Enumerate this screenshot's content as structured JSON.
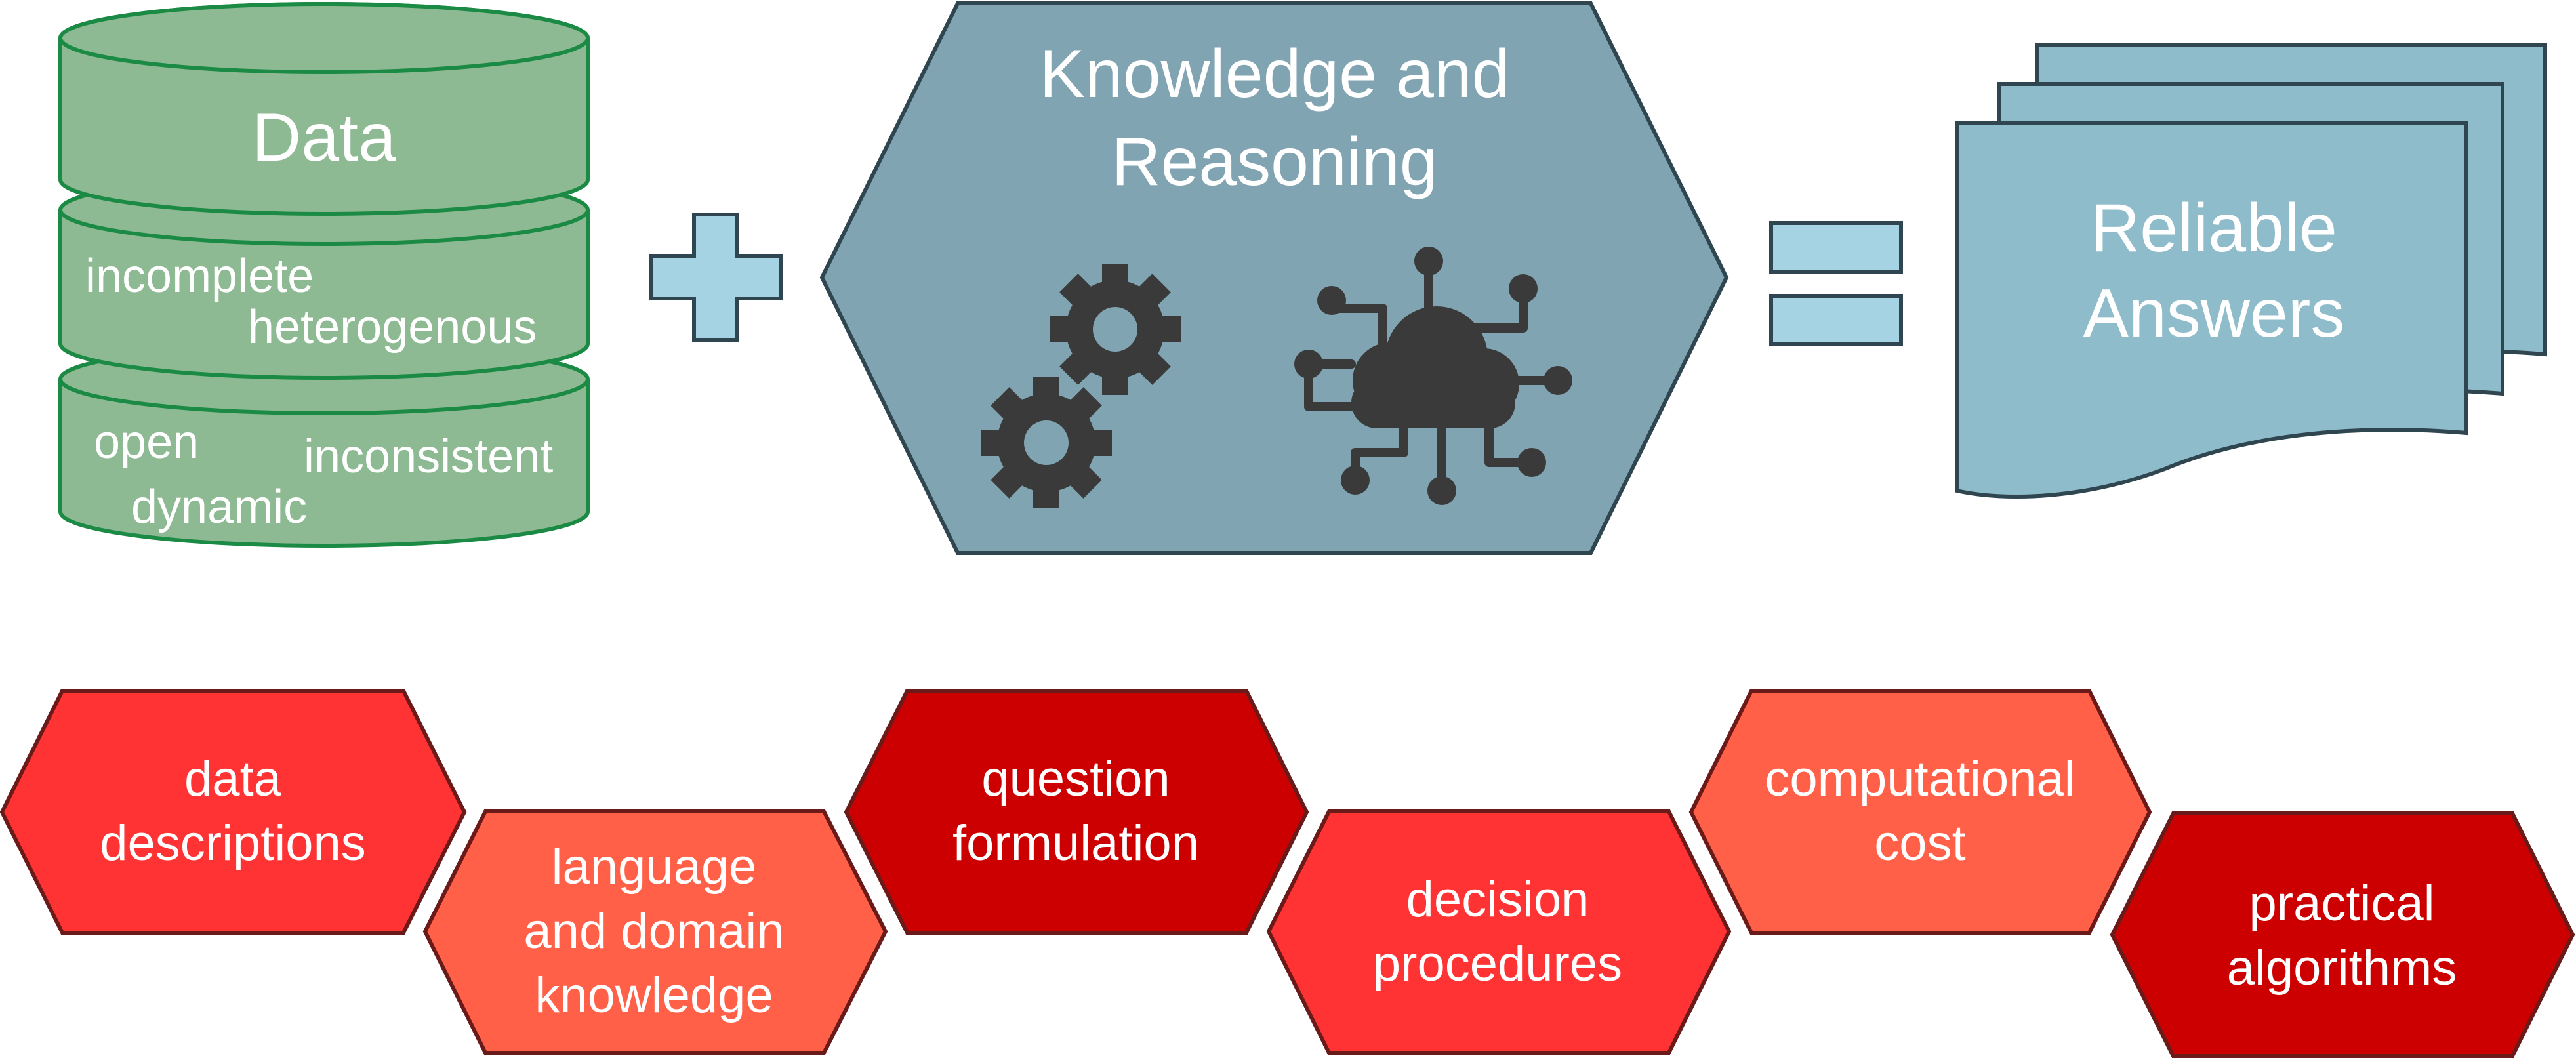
{
  "colors": {
    "data_fill": "#8dba93",
    "data_stroke": "#1b8a44",
    "operator_fill": "#a6d3e3",
    "kr_fill": "#80a4b1",
    "answers_fill": "#8fbccb",
    "dark_stroke": "#2f4650",
    "gear_fill": "#3a3a3a",
    "hex_dark_red": "#cc0000",
    "hex_red": "#ff3333",
    "hex_salmon": "#ff6047",
    "hex_stroke": "#6b1a1a"
  },
  "data_cylinder": {
    "title": "Data",
    "terms": [
      "incomplete",
      "heterogenous",
      "open",
      "inconsistent",
      "dynamic"
    ]
  },
  "operators": {
    "plus": "plus-icon",
    "equals": "equals-icon"
  },
  "knowledge_reasoning": {
    "title_line1": "Knowledge and",
    "title_line2": "Reasoning",
    "icons": [
      "gears-icon",
      "cloud-network-icon"
    ]
  },
  "reliable_answers": {
    "line1": "Reliable",
    "line2": "Answers"
  },
  "challenges": [
    {
      "lines": [
        "data",
        "descriptions"
      ],
      "tone": "red"
    },
    {
      "lines": [
        "language",
        "and domain",
        "knowledge"
      ],
      "tone": "salmon"
    },
    {
      "lines": [
        "question",
        "formulation"
      ],
      "tone": "dark"
    },
    {
      "lines": [
        "decision",
        "procedures"
      ],
      "tone": "red"
    },
    {
      "lines": [
        "computational",
        "cost"
      ],
      "tone": "salmon"
    },
    {
      "lines": [
        "practical",
        "algorithms"
      ],
      "tone": "dark"
    }
  ]
}
